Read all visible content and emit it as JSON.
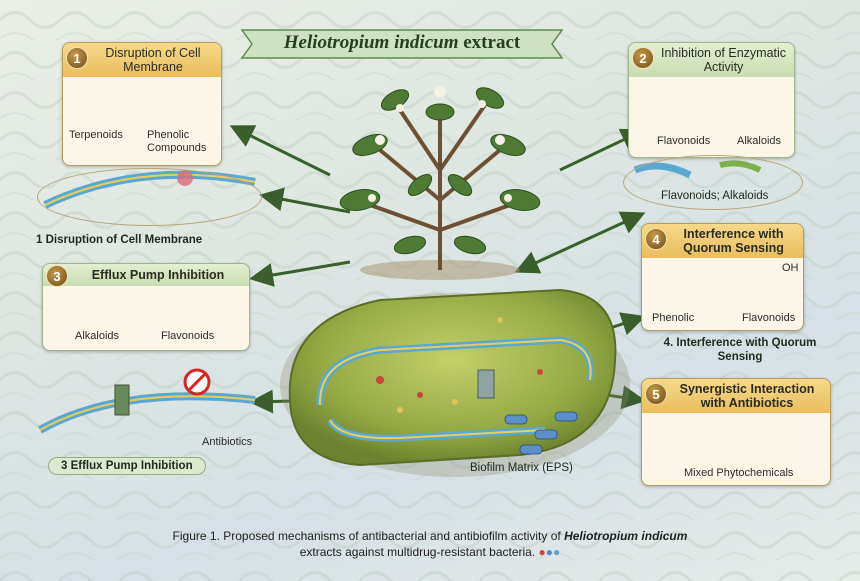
{
  "title": {
    "italic": "Heliotropium indicum",
    "rest": "extract"
  },
  "mechanisms": [
    {
      "number": "1",
      "title": "Disruption of Cell Membrane",
      "labels": [
        "Terpenoids",
        "Phenolic Compounds"
      ],
      "caption": "1 Disruption of Cell Membrane"
    },
    {
      "number": "2",
      "title": "Inhibition of Enzymatic Activity",
      "labels": [
        "Flavonoids",
        "Alkaloids"
      ],
      "caption": "Flavonoids; Alkaloids"
    },
    {
      "number": "3",
      "title": "Efflux Pump Inhibition",
      "labels": [
        "Alkaloids",
        "Flavonoids"
      ],
      "caption": "3 Efflux Pump Inhibition",
      "extra": "Antibiotics"
    },
    {
      "number": "4",
      "title": "Interference with Quorum Sensing",
      "labels": [
        "Phenolic",
        "Flavonoids"
      ],
      "caption": "4. Interference with Quorum Sensing",
      "extra": "OH"
    },
    {
      "number": "5",
      "title": "Synergistic Interaction with Antibiotics",
      "labels": [
        "Mixed Phytochemicals"
      ]
    }
  ],
  "biofilm_label": "Biofilm Matrix (EPS)",
  "figure_caption": {
    "prefix": "Figure 1. Proposed mechanisms of antibacterial and antibiofilm activity of",
    "italic": "Heliotropium indicum",
    "suffix": "extracts against multidrug-resistant bacteria."
  },
  "colors": {
    "header_gold": "#e9bd5c",
    "header_green": "#c8dcae",
    "membrane_blue": "#5aa8cf",
    "membrane_yellow": "#e7cf5a",
    "leaf_green": "#4f7a34",
    "bacterium_green": "#9db24a"
  }
}
